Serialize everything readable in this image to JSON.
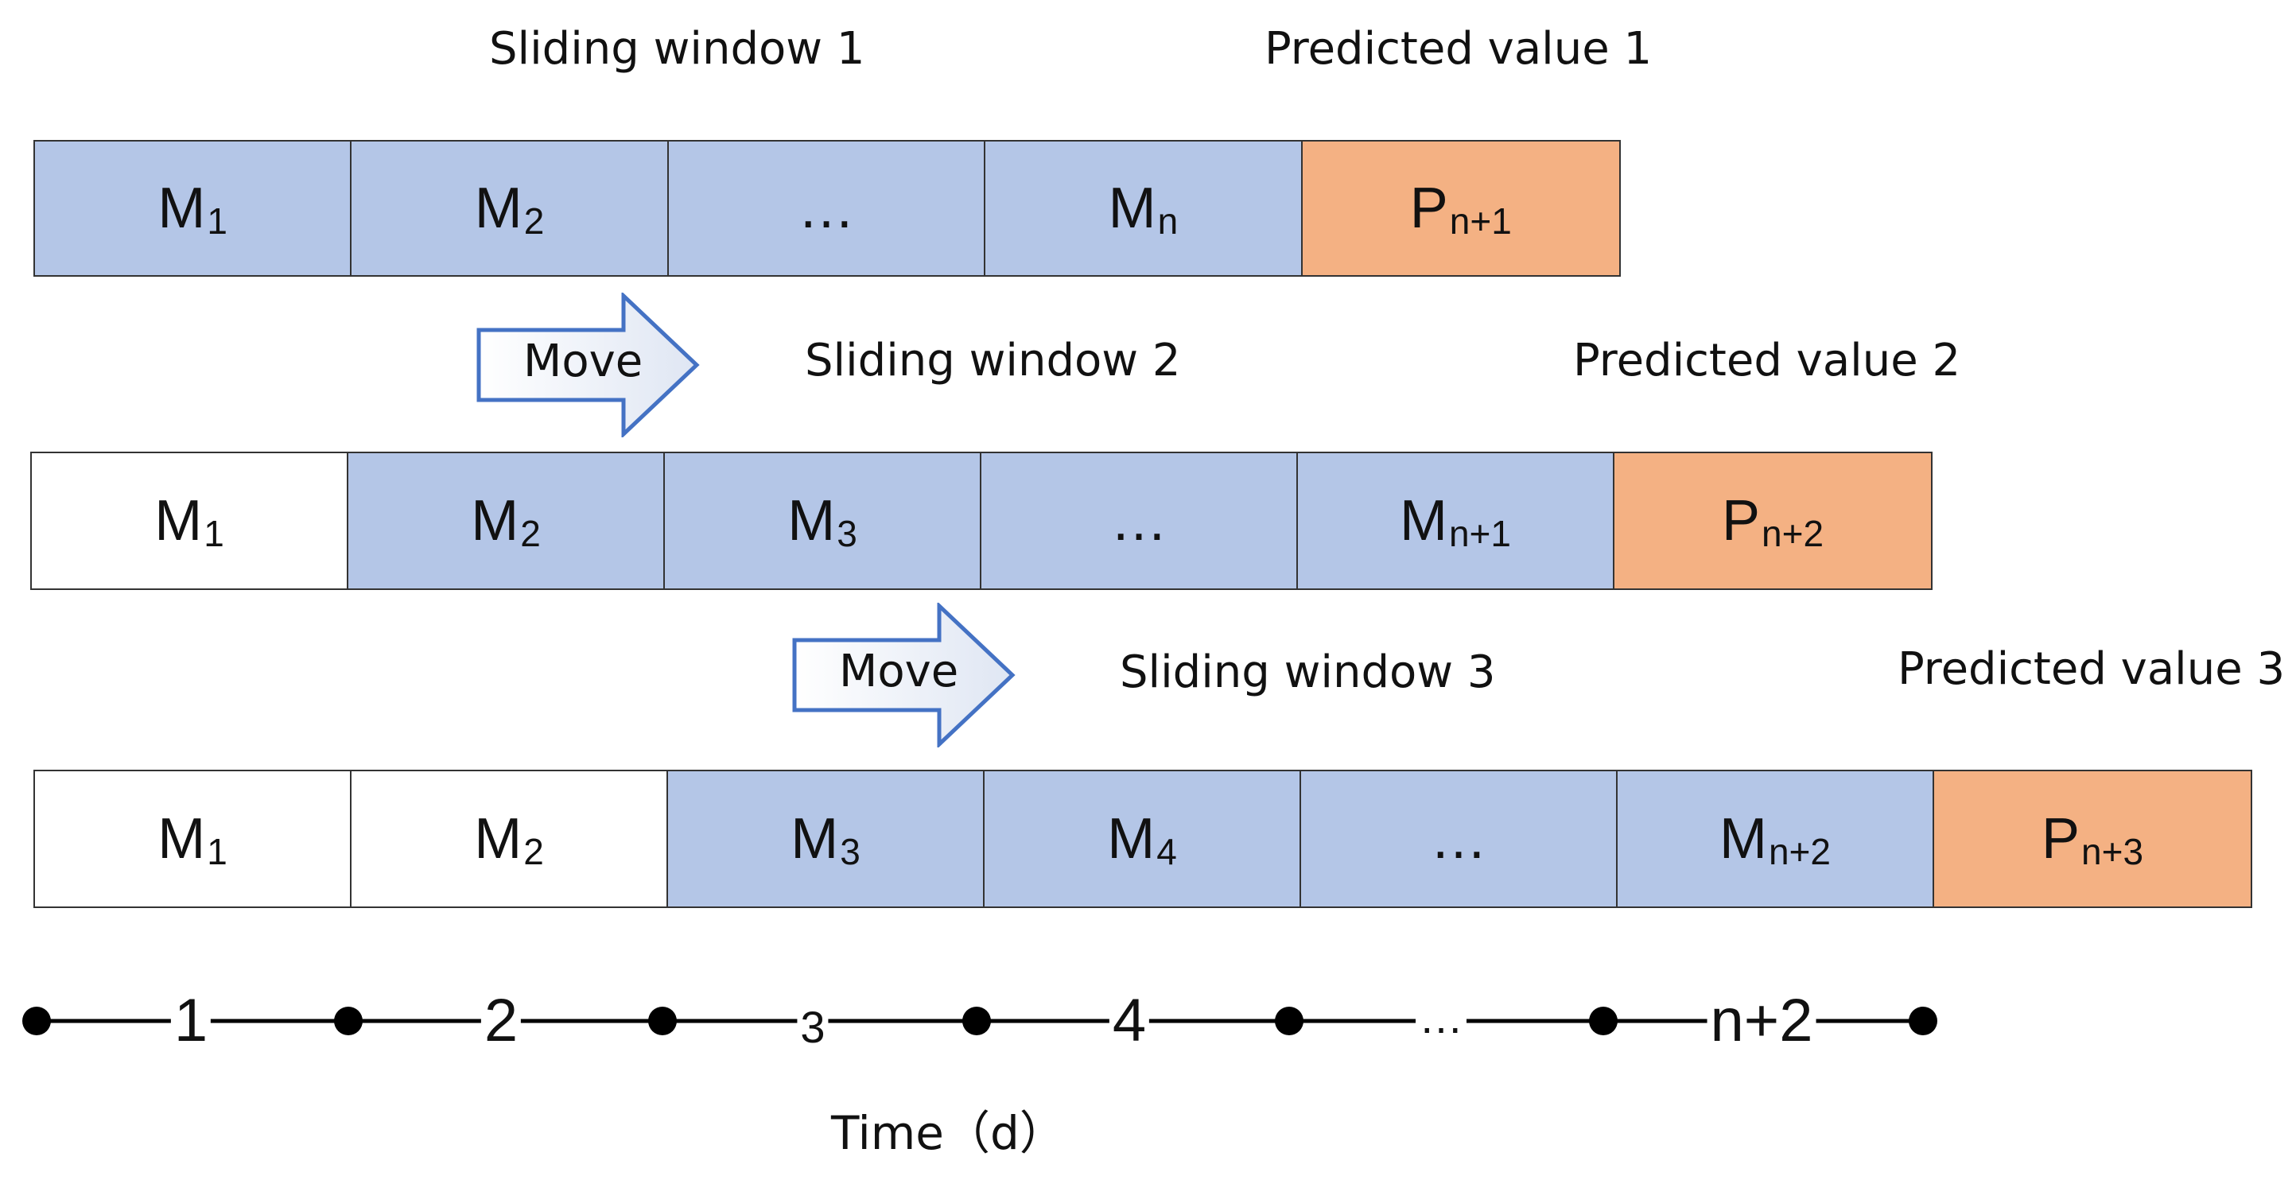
{
  "labels": {
    "window1": "Sliding window 1",
    "pred1": "Predicted value 1",
    "window2": "Sliding window 2",
    "pred2": "Predicted value 2",
    "window3": "Sliding window 3",
    "pred3": "Predicted value 3",
    "move": "Move"
  },
  "rows": [
    {
      "cells": [
        {
          "base": "M",
          "sub": "1",
          "fill": "blue"
        },
        {
          "base": "M",
          "sub": "2",
          "fill": "blue"
        },
        {
          "base": "…",
          "sub": "",
          "fill": "blue"
        },
        {
          "base": "M",
          "sub": "n",
          "fill": "blue"
        },
        {
          "base": "P",
          "sub": "n+1",
          "fill": "orange"
        }
      ]
    },
    {
      "cells": [
        {
          "base": "M",
          "sub": "1",
          "fill": "white"
        },
        {
          "base": "M",
          "sub": "2",
          "fill": "blue"
        },
        {
          "base": "M",
          "sub": "3",
          "fill": "blue"
        },
        {
          "base": "…",
          "sub": "",
          "fill": "blue"
        },
        {
          "base": "M",
          "sub": "n+1",
          "fill": "blue"
        },
        {
          "base": "P",
          "sub": "n+2",
          "fill": "orange"
        }
      ]
    },
    {
      "cells": [
        {
          "base": "M",
          "sub": "1",
          "fill": "white"
        },
        {
          "base": "M",
          "sub": "2",
          "fill": "white"
        },
        {
          "base": "M",
          "sub": "3",
          "fill": "blue"
        },
        {
          "base": "M",
          "sub": "4",
          "fill": "blue"
        },
        {
          "base": "…",
          "sub": "",
          "fill": "blue"
        },
        {
          "base": "M",
          "sub": "n+2",
          "fill": "blue"
        },
        {
          "base": "P",
          "sub": "n+3",
          "fill": "orange"
        }
      ]
    }
  ],
  "timeline": {
    "ticks": [
      "1",
      "2",
      "3",
      "4",
      "…",
      "n+2"
    ],
    "label": "Time（d）"
  },
  "colors": {
    "blue": "#b4c6e7",
    "orange": "#f4b183",
    "white": "#ffffff",
    "arrow_stroke": "#4472c4"
  }
}
